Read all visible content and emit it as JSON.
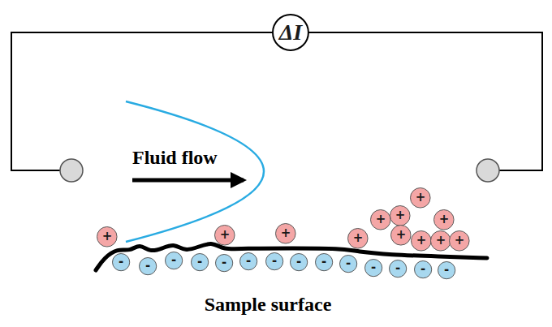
{
  "diagram": {
    "nodes": [
      {
        "text": [
          "ΔI"
        ]
      },
      {
        "text": [
          "+"
        ]
      },
      {
        "text": [
          "+"
        ]
      },
      {
        "text": [
          "+"
        ]
      },
      {
        "text": [
          "+"
        ]
      },
      {
        "text": [
          "+"
        ]
      },
      {
        "text": [
          "+"
        ]
      },
      {
        "text": [
          "+"
        ]
      },
      {
        "text": [
          "+"
        ]
      },
      {
        "text": [
          "+"
        ]
      },
      {
        "text": [
          "+"
        ]
      },
      {
        "text": [
          "+"
        ]
      },
      {
        "text": [
          "+"
        ]
      },
      {
        "text": [
          "-"
        ]
      },
      {
        "text": [
          "-"
        ]
      },
      {
        "text": [
          "-"
        ]
      },
      {
        "text": [
          "-"
        ]
      },
      {
        "text": [
          "-"
        ]
      },
      {
        "text": [
          "-"
        ]
      },
      {
        "text": [
          "-"
        ]
      },
      {
        "text": [
          "-"
        ]
      },
      {
        "text": [
          "-"
        ]
      },
      {
        "text": [
          "-"
        ]
      },
      {
        "text": [
          "-"
        ]
      },
      {
        "text": [
          "-"
        ]
      },
      {
        "text": [
          "-"
        ]
      },
      {
        "text": [
          "-"
        ]
      }
    ],
    "labels": [
      "Fluid flow",
      "Sample surface"
    ]
  }
}
